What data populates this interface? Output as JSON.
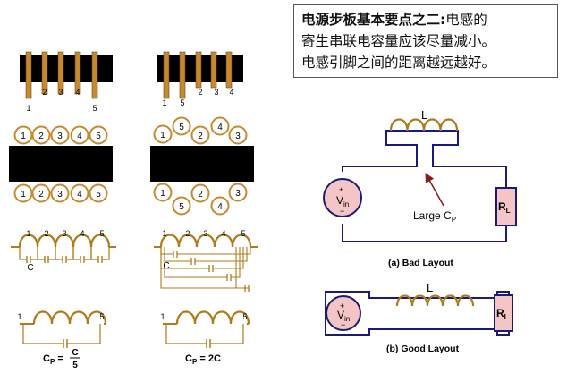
{
  "note": {
    "line1_bold": "电源步板基本要点之二:",
    "line1_rest": "电感的",
    "line2": "寄生串联电容量应该尽量减小。",
    "line3": "电感引脚之间的距离越远越好。"
  },
  "left_pins": {
    "top_labels": [
      "1",
      "2",
      "3",
      "4",
      "5"
    ],
    "circles_top": [
      "1",
      "2",
      "3",
      "4",
      "5"
    ],
    "circles_bottom": [
      "1",
      "2",
      "3",
      "4",
      "5"
    ],
    "coil_labels": [
      "1",
      "2",
      "3",
      "4",
      "5"
    ],
    "cap_label": "C",
    "simple_left": "1",
    "simple_right": "5",
    "cp_label": "C",
    "cp_sub": "P",
    "cp_eq": "=",
    "cp_num": "C",
    "cp_den": "5"
  },
  "right_pins": {
    "top_labels": [
      "1",
      "5",
      "2",
      "3",
      "4"
    ],
    "circles_top": [
      "1",
      "5",
      "2",
      "4",
      "3"
    ],
    "circles_bottom": [
      "1",
      "5",
      "2",
      "4",
      "3"
    ],
    "coil_labels": [
      "1",
      "2",
      "3",
      "4",
      "5"
    ],
    "cap_label": "C",
    "simple_left": "1",
    "simple_right": "5",
    "cp_label": "C",
    "cp_sub": "P",
    "cp_eq": "=",
    "cp_value": "2C"
  },
  "bad_layout": {
    "inductor_label": "L",
    "source_label": "V",
    "source_sub": "in",
    "plus": "+",
    "minus": "−",
    "load_label": "R",
    "load_sub": "L",
    "cap_label": "Large C",
    "cap_sub": "P",
    "caption": "(a) Bad Layout"
  },
  "good_layout": {
    "inductor_label": "L",
    "source_label": "V",
    "source_sub": "in",
    "plus": "+",
    "minus": "−",
    "load_label": "R",
    "load_sub": "L",
    "caption": "(b) Good Layout"
  },
  "colors": {
    "pin": "#c8892d",
    "pin_dark": "#6b4a12",
    "block": "#000000",
    "circle": "#c8892d",
    "coil": "#b07a1a",
    "circuit": "#1a1a7a",
    "source_fill": "#f5c4c4",
    "load_fill": "#f5c4c4",
    "plus": "#cc0000",
    "cap_label": "#cc0000",
    "arrow": "#8b1a1a"
  }
}
